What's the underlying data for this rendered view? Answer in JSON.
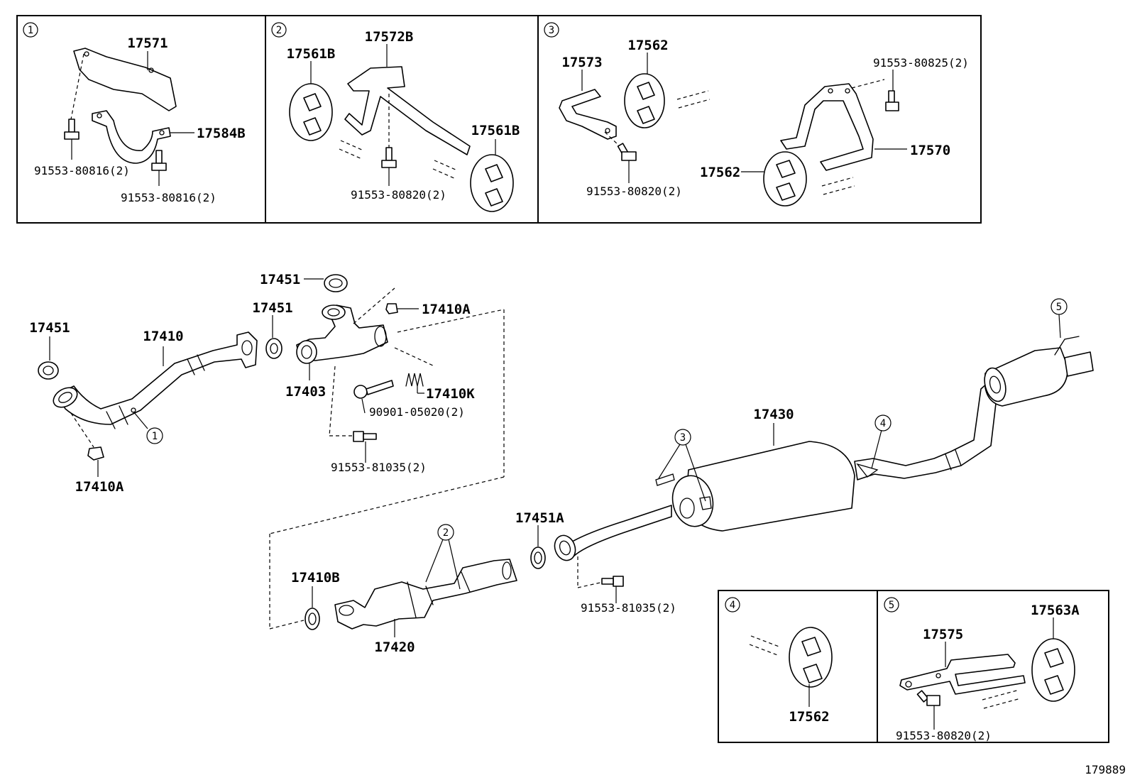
{
  "diagram_id": "179889",
  "callouts": {
    "c1": "1",
    "c2": "2",
    "c3": "3",
    "c4": "4",
    "c5": "5"
  },
  "inset1": {
    "bracket": "17571",
    "clamp": "17584B",
    "bolt_a": "91553-80816(2)",
    "bolt_b": "91553-80816(2)"
  },
  "inset2": {
    "hanger_left": "17561B",
    "bracket": "17572B",
    "hanger_right": "17561B",
    "bolt": "91553-80820(2)"
  },
  "inset3": {
    "bracket": "17573",
    "hanger_top": "17562",
    "bolt_left": "91553-80820(2)",
    "bolt_right": "91553-80825(2)",
    "bracket_right": "17570",
    "hanger_bottom": "17562"
  },
  "inset4": {
    "hanger": "17562"
  },
  "inset5": {
    "bracket": "17575",
    "hanger": "17563A",
    "bolt": "91553-80820(2)"
  },
  "main": {
    "gasket_left": "17451",
    "front_pipe": "17410",
    "nut_left": "17410A",
    "gasket_top": "17451",
    "gasket_mid": "17451",
    "nut_right": "17410A",
    "pipe_assy": "17403",
    "spring": "17410K",
    "bolt_spring": "90901-05020(2)",
    "bolt_lower": "91553-81035(2)",
    "gasket_cat": "17410B",
    "converter": "17420",
    "gasket_center": "17451A",
    "bolt_center": "91553-81035(2)",
    "center_pipe": "17430"
  }
}
